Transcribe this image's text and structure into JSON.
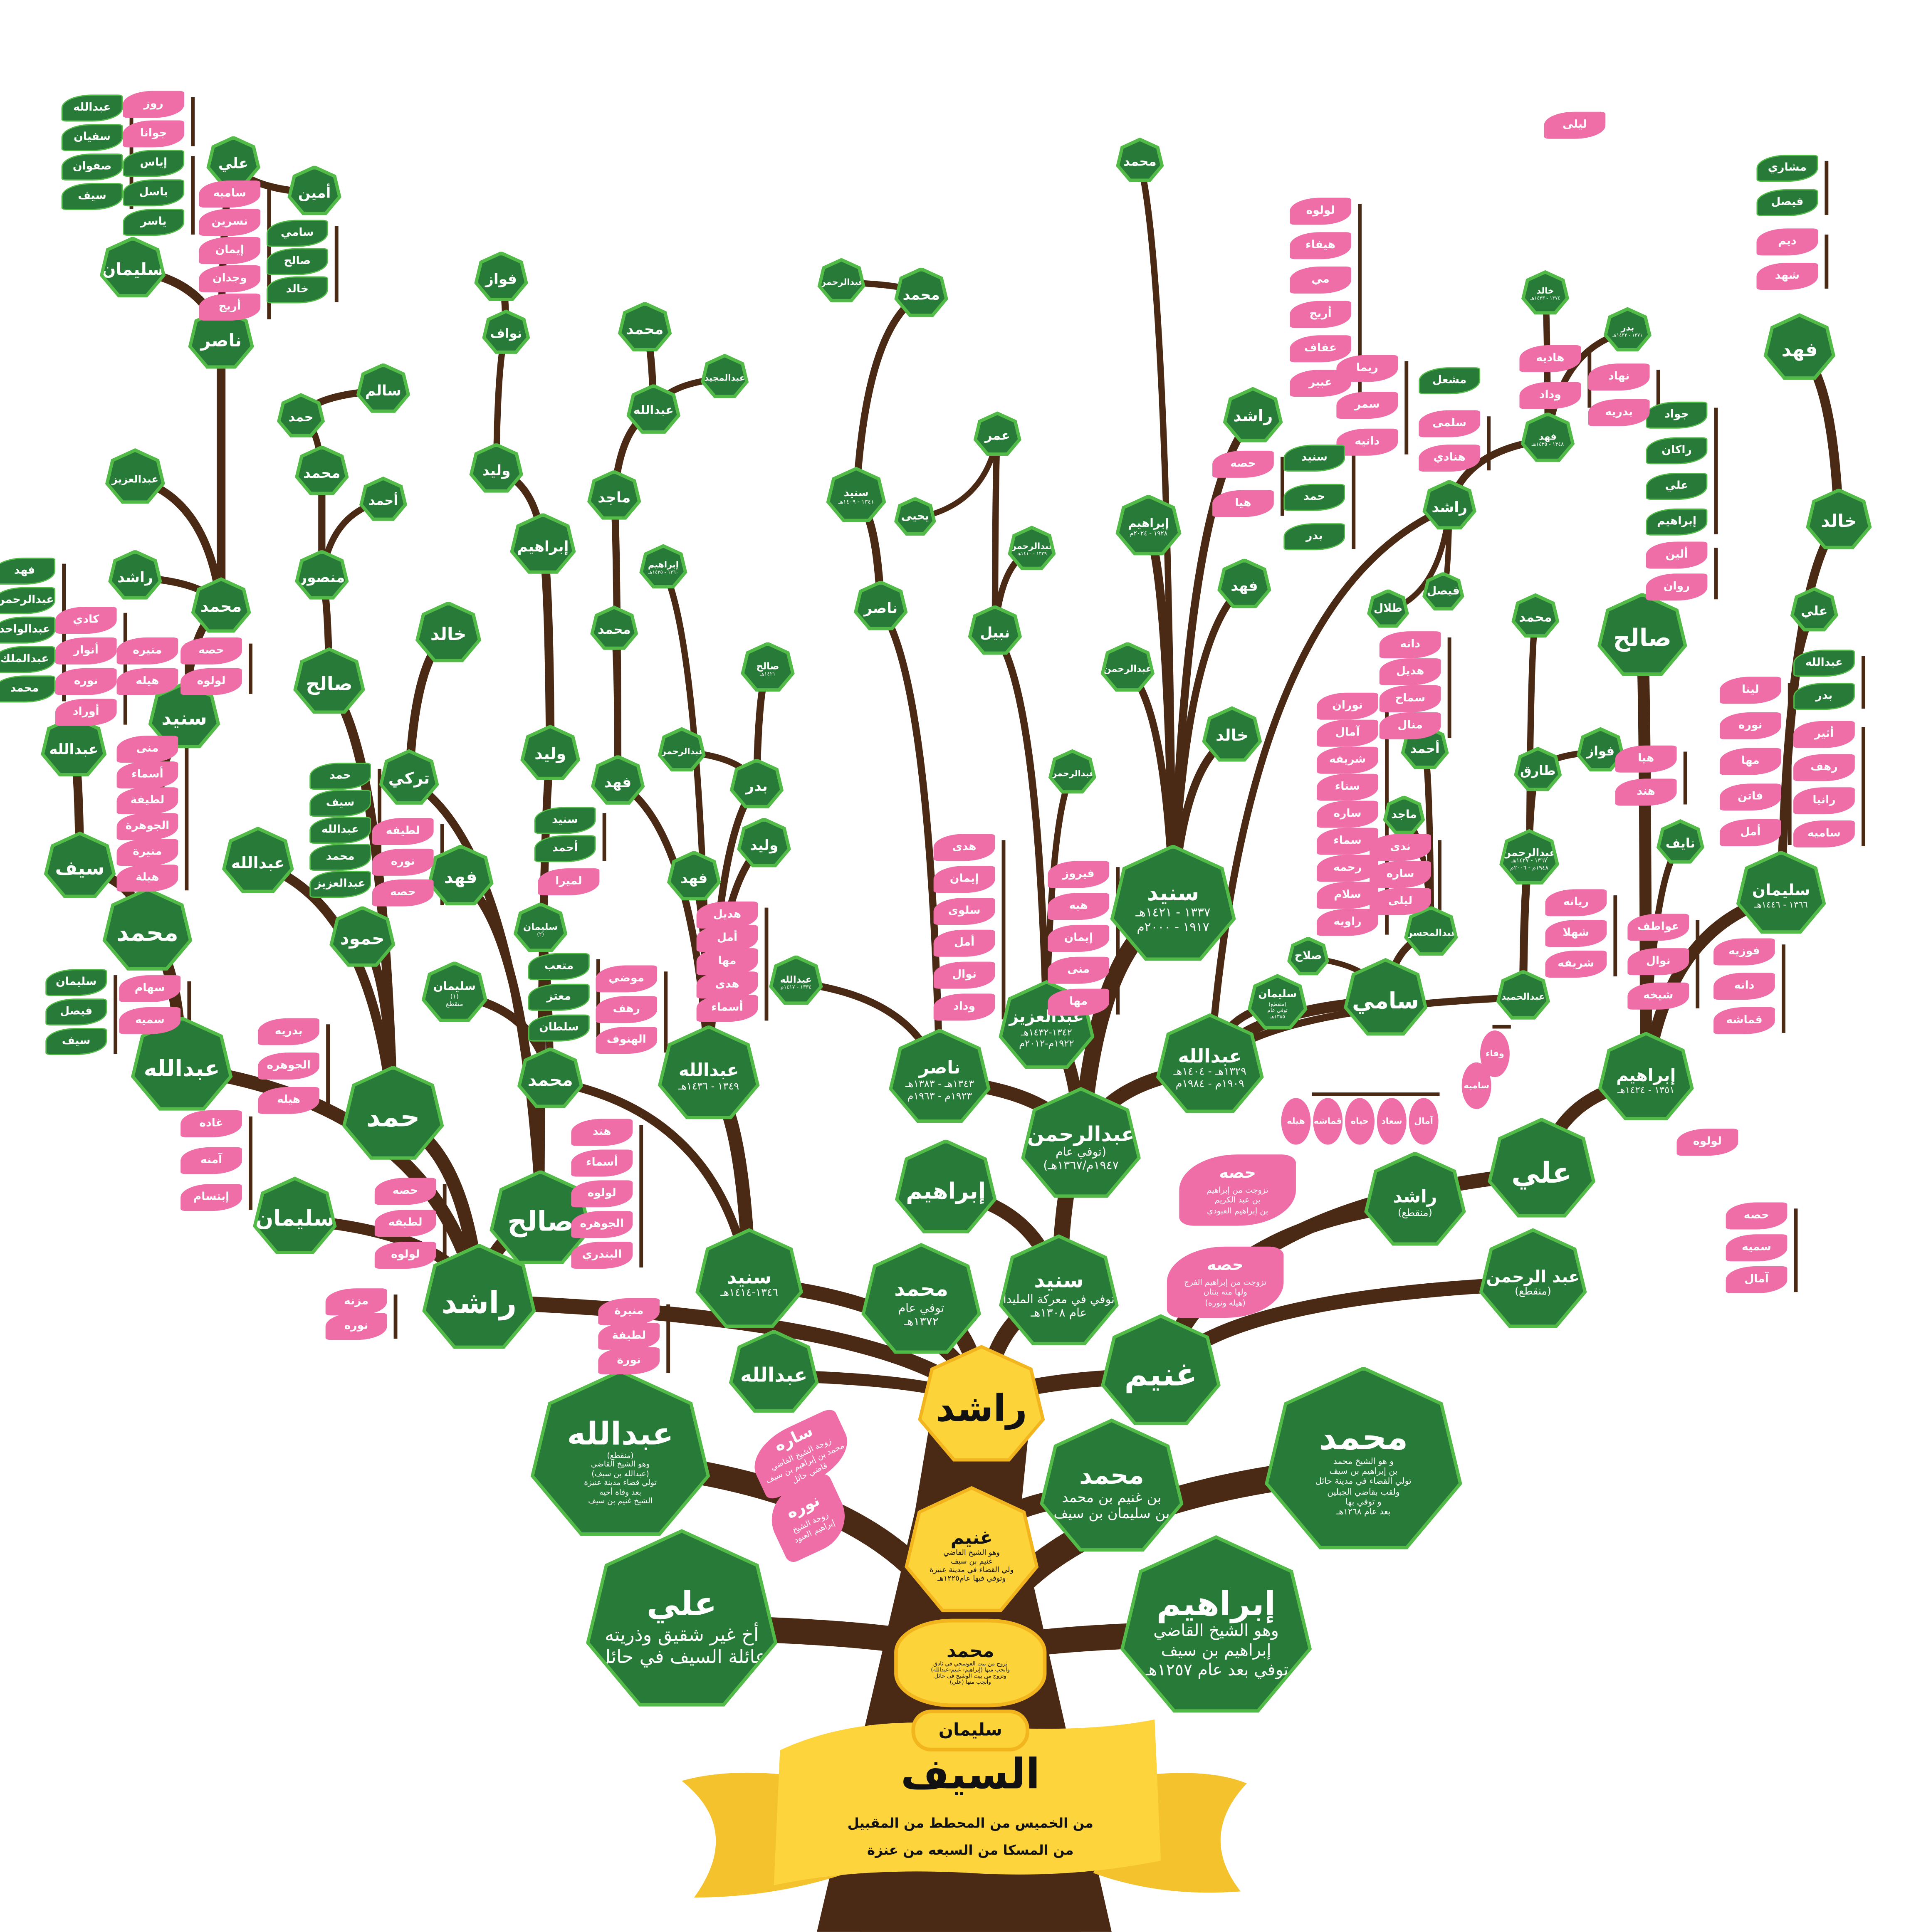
{
  "theme": {
    "green": "#277a38",
    "green_border": "#52bb47",
    "pink": "#f06ea7",
    "brown": "#4b2a15",
    "yellow": "#fcd43a"
  },
  "banner": {
    "family": "السيف",
    "line1": "من الخميس من المحطط من المقبيل",
    "line2": "من المسكا من السبعه من عنزة"
  },
  "base": {
    "sulaiman": {
      "name": "سليمان"
    },
    "mohammed": {
      "name": "محمد",
      "lines": [
        "تزوج من بيت العوسجي في ثادق",
        "وأنجب منها (إبراهيم- غنيم-عبدالله)",
        "وتزوج من بيت الوشيح في حائل",
        "وأنجب منها (علي)"
      ]
    },
    "ghunaim": {
      "name": "غنيم",
      "lines": [
        "وهو الشيخ القاضي",
        "غنيم بن سيف",
        "ولي القضاء في مدينة عنيزة",
        "وتوفي فيها عام١٢٢٥هـ"
      ]
    },
    "rashid": {
      "name": "راشد"
    }
  },
  "nodes": {
    "a1": {
      "name": "عبدالله",
      "lines": [
        "(منقطع)",
        "وهو الشيخ القاضي",
        "(عبدالله بن سيف)",
        "تولي قضاء مدينة عنيزة",
        "بعد وفاة أخيه",
        "الشيخ غنيم بن سيف"
      ]
    },
    "a2": {
      "name": "علي",
      "lines": [
        "أخ غير شقيق وذريته",
        "عائلة السيف في حائل"
      ]
    },
    "a3": {
      "name": "محمد",
      "lines": [
        "و هو الشيخ محمد",
        "بن إبراهيم بن سيف",
        "تولي القضاء في مدينة حائل",
        "ولقب بقاضي الجبلين",
        "و توفي بها",
        "بعد عام ١٢٦٨هـ"
      ]
    },
    "a4": {
      "name": "محمد",
      "lines": [
        "بن غنيم بن محمد",
        "بن سليمان بن سيف"
      ]
    },
    "a5": {
      "name": "إبراهيم",
      "lines": [
        "وهو الشيخ القاضي",
        "إبراهيم بن سيف",
        "توفي بعد عام ١٢٥٧هـ"
      ]
    },
    "b1": {
      "name": "عبدالله"
    },
    "b2": {
      "name": "غنيم"
    },
    "b3": {
      "name": "راشد"
    },
    "b4": {
      "name": "صالح"
    },
    "b5": {
      "name": "سليمان"
    },
    "b6": {
      "name": "حمد"
    },
    "b7": {
      "name": "عبدالله"
    },
    "b8": {
      "name": "محمد"
    },
    "b9": {
      "name": "سيف"
    },
    "b10": {
      "name": "عبدالله"
    },
    "b11": {
      "name": "سنيد"
    },
    "b12": {
      "name": "محمد"
    },
    "b13": {
      "name": "ناصر"
    },
    "b14": {
      "name": "سليمان"
    },
    "b15": {
      "name": "علي"
    },
    "b16": {
      "name": "أمين"
    },
    "b17": {
      "name": "عبدالعزيز"
    },
    "b18": {
      "name": "راشد"
    },
    "b19": {
      "name": "عبدالله"
    },
    "b20": {
      "name": "صالح"
    },
    "b21": {
      "name": "حمود"
    },
    "b22": {
      "name": "منصور"
    },
    "b23": {
      "name": "محمد"
    },
    "b24": {
      "name": "حمد"
    },
    "b25": {
      "name": "سالم"
    },
    "b26": {
      "name": "أحمد"
    },
    "b27": {
      "name": "تركي"
    },
    "b28": {
      "name": "فهد"
    },
    "b29": {
      "name": "خالد"
    },
    "b30": {
      "name": "وليد"
    },
    "b31": {
      "name": "إبراهيم"
    },
    "b32": {
      "name": "وليد"
    },
    "b33": {
      "name": "نواف"
    },
    "b34": {
      "name": "فواز"
    },
    "b35": {
      "name": "محمد"
    },
    "b36": {
      "name": "سليمان",
      "lines": [
        "(٢)"
      ]
    },
    "b37": {
      "name": "سليمان",
      "lines": [
        "(١)",
        "منقطع"
      ]
    },
    "c1": {
      "name": "سنيد",
      "lines": [
        "١٣٤٦-١٤١٤هـ"
      ]
    },
    "c2": {
      "name": "محمد",
      "lines": [
        "توفي عام",
        "١٣٧٢هـ"
      ]
    },
    "c3": {
      "name": "سنيد",
      "lines": [
        "توفي في معركة المليدا",
        "عام ١٣٠٨هـ"
      ]
    },
    "c4": {
      "name": "إبراهيم"
    },
    "c5": {
      "name": "عبدالرحمن",
      "lines": [
        "(توفي عام",
        "١٩٤٧م/١٣٦٧هـ)"
      ]
    },
    "c6": {
      "name": "ناصر",
      "lines": [
        "١٣٤٣هـ - ١٣٨٣هـ",
        "١٩٢٣م - ١٩٦٣م"
      ]
    },
    "c7": {
      "name": "عبدالعزيز",
      "lines": [
        "١٣٤٢-١٤٣٢هـ",
        "١٩٢٢م-٢٠١٢م"
      ]
    },
    "c8": {
      "name": "عبدالله",
      "lines": [
        "١٣٤٩ - ١٤٣٦هـ"
      ]
    },
    "c9": {
      "name": "عبدالله",
      "lines": [
        "١٣٢٩هـ - ١٤٠٤هـ",
        "١٩٠٩م - ١٩٨٤م"
      ]
    },
    "c10": {
      "name": "سنيد",
      "lines": [
        "١٣٣٧ - ١٤٢١هـ",
        "١٩١٧ - ٢٠٠٠م"
      ]
    },
    "c11": {
      "name": "سامي"
    },
    "c12": {
      "name": "سليمان",
      "lines": [
        "(منقطع)",
        "توفي عام",
        "١٣٨٥هـ"
      ]
    },
    "c13": {
      "name": "عبدالحميد"
    },
    "c14": {
      "name": "عبدالمحسن"
    },
    "c15": {
      "name": "صلاح"
    },
    "c16": {
      "name": "عبدالرحمن",
      "lines": [
        "١٣٦٧ - ١٤٢٧هـ",
        "١٩٤٨م - ٢٠٠٦م"
      ]
    },
    "c17": {
      "name": "طارق"
    },
    "c18": {
      "name": "فواز"
    },
    "c19": {
      "name": "نايف"
    },
    "c20": {
      "name": "محمد"
    },
    "c21": {
      "name": "راشد"
    },
    "c22": {
      "name": "فهد",
      "lines": [
        "١٣٤٨ - ١٤٣٥هـ"
      ]
    },
    "c23": {
      "name": "خالد",
      "lines": [
        "١٣٧٤ - ١٤٢٣هـ"
      ]
    },
    "c24": {
      "name": "بدر",
      "lines": [
        "١٣٧١ - ١٤٣٢هـ"
      ]
    },
    "c25": {
      "name": "أحمد"
    },
    "c26": {
      "name": "ماجد"
    },
    "c27": {
      "name": "طلال"
    },
    "c28": {
      "name": "فيصل"
    },
    "d1": {
      "name": "راشد",
      "lines": [
        "(منقطع)"
      ]
    },
    "d2": {
      "name": "علي"
    },
    "d3": {
      "name": "إبراهيم",
      "lines": [
        "١٣٥١ - ١٤٢٤هـ"
      ]
    },
    "d4": {
      "name": "سليمان",
      "lines": [
        "١٣٦٦ - ١٤٤٦هـ"
      ]
    },
    "d5": {
      "name": "صالح"
    },
    "d6": {
      "name": "خالد"
    },
    "d7": {
      "name": "فهد"
    },
    "d8": {
      "name": "علي"
    },
    "d9": {
      "name": "عبد الرحمن",
      "lines": [
        "(منقطع)"
      ]
    },
    "e1": {
      "name": "خالد"
    },
    "e2": {
      "name": "فهد"
    },
    "e3": {
      "name": "راشد"
    },
    "e4": {
      "name": "محمد"
    },
    "e5": {
      "name": "إبراهيم",
      "lines": [
        "١٩٢٨ - ٢٠٢٤م"
      ]
    },
    "e6": {
      "name": "عبدالرحمن"
    },
    "e7": {
      "name": "عبدالرحمن"
    },
    "e8": {
      "name": "نبيل"
    },
    "e9": {
      "name": "ناصر"
    },
    "e10": {
      "name": "سنيد",
      "lines": [
        "١٣٤١ - ١٤٠٩هـ"
      ]
    },
    "e11": {
      "name": "محمد"
    },
    "e12": {
      "name": "عبدالرحمن"
    },
    "e13": {
      "name": "إبراهيم",
      "lines": [
        "١٣٦٠ - ١٤٢٥هـ"
      ]
    },
    "e14": {
      "name": "بدر"
    },
    "e15": {
      "name": "وليد"
    },
    "e16": {
      "name": "فهد"
    },
    "e17": {
      "name": "فهد"
    },
    "e18": {
      "name": "عبدالرحمن"
    },
    "e19": {
      "name": "صالح",
      "lines": [
        "١٤٢١هـ"
      ]
    },
    "e20": {
      "name": "عبدالله",
      "lines": [
        "١٣٣٤ - ١٤١٧م"
      ]
    },
    "e21": {
      "name": "ماجد"
    },
    "e22": {
      "name": "عبدالله"
    },
    "e23": {
      "name": "محمد"
    },
    "e24": {
      "name": "عبدالمجيد"
    },
    "e25": {
      "name": "عمر"
    },
    "e26": {
      "name": "يحيى"
    },
    "e27": {
      "name": "عبدالرحمن",
      "lines": [
        "١٣٣٩ - ١٤١٠هـ"
      ]
    },
    "e28": {
      "name": "محمد"
    }
  },
  "leaf_groups": [
    {
      "color": "pink",
      "names": [
        "هدى",
        "إيمان",
        "سلوى",
        "أمل",
        "نوال",
        "وداد"
      ]
    },
    {
      "color": "pink",
      "names": [
        "فيروز",
        "هبه",
        "إيمان",
        "منى",
        "مها"
      ]
    },
    {
      "color": "pink",
      "names": [
        "هيله",
        "قماشه",
        "حياه",
        "سعاد",
        "آمال"
      ]
    },
    {
      "color": "pink",
      "names": [
        "عواطف",
        "نوال",
        "شيخه"
      ]
    },
    {
      "color": "pink",
      "names": [
        "فوزيه",
        "دانه",
        "قماشه"
      ]
    },
    {
      "color": "pink",
      "names": [
        "لولوه"
      ]
    },
    {
      "color": "pink",
      "names": [
        "لينا",
        "نوره",
        "مها",
        "فاتن",
        "أمل"
      ]
    },
    {
      "color": "green",
      "names": [
        "عبدالله",
        "بدر"
      ]
    },
    {
      "color": "pink",
      "names": [
        "أثير",
        "رهف",
        "رانيا",
        "ساميه"
      ]
    },
    {
      "color": "pink",
      "names": [
        "غاده",
        "آمنه",
        "إبتسام"
      ]
    },
    {
      "color": "pink",
      "names": [
        "حصه",
        "لطيفه",
        "لولوه"
      ]
    },
    {
      "color": "pink",
      "names": [
        "مزنه",
        "نوره"
      ]
    },
    {
      "color": "green",
      "names": [
        "سليمان",
        "فيصل",
        "سيف"
      ]
    },
    {
      "color": "pink",
      "names": [
        "سهام",
        "سميه"
      ]
    },
    {
      "color": "pink",
      "names": [
        "بدريه",
        "الجوهره",
        "هيله"
      ]
    },
    {
      "color": "pink",
      "names": [
        "هند",
        "أسماء",
        "لولوه",
        "الجوهره",
        "البندري"
      ]
    },
    {
      "color": "pink",
      "names": [
        "منيرة",
        "لطيفة",
        "نورة"
      ]
    },
    {
      "color": "green",
      "names": [
        "جواد",
        "راكان",
        "علي",
        "إبراهيم"
      ]
    },
    {
      "color": "pink",
      "names": [
        "ألين",
        "روان"
      ]
    },
    {
      "color": "green",
      "names": [
        "مشاري",
        "فيصل"
      ]
    },
    {
      "color": "pink",
      "names": [
        "ديم",
        "شهد"
      ]
    },
    {
      "color": "pink",
      "names": [
        "روز",
        "جوانا"
      ]
    },
    {
      "color": "green",
      "names": [
        "عبدالله",
        "سفيان",
        "صفوان",
        "سيف"
      ]
    },
    {
      "color": "green",
      "names": [
        "إياس",
        "باسل",
        "ياسر"
      ]
    },
    {
      "color": "pink",
      "names": [
        "ساميه",
        "نسرين",
        "إيمان",
        "وجدان",
        "أريج"
      ]
    },
    {
      "color": "green",
      "names": [
        "سامي",
        "صالح",
        "خالد"
      ]
    },
    {
      "color": "pink",
      "names": [
        "لولوه",
        "هيفاء",
        "مي",
        "أريج",
        "عفاف",
        "عبير"
      ]
    },
    {
      "color": "pink",
      "names": [
        "ريما",
        "سمر",
        "دانيه"
      ]
    },
    {
      "color": "green",
      "names": [
        "مشعل"
      ]
    },
    {
      "color": "pink",
      "names": [
        "سلمى",
        "هنادي"
      ]
    },
    {
      "color": "pink",
      "names": [
        "حصه",
        "هيا"
      ]
    },
    {
      "color": "green",
      "names": [
        "سنيد",
        "حمد",
        "بدر"
      ]
    },
    {
      "color": "pink",
      "names": [
        "هاديه",
        "وداد"
      ]
    },
    {
      "color": "pink",
      "names": [
        "نهاد",
        "بدريه"
      ]
    },
    {
      "color": "pink",
      "names": [
        "كادي",
        "أنوار",
        "نوره",
        "أوراد"
      ]
    },
    {
      "color": "green",
      "names": [
        "فهد",
        "عبدالرحمن",
        "عبدالواحد",
        "عبدالملك",
        "محمد"
      ]
    },
    {
      "color": "pink",
      "names": [
        "منيره",
        "هيله"
      ]
    },
    {
      "color": "pink",
      "names": [
        "حصه",
        "لولوه"
      ]
    },
    {
      "color": "pink",
      "names": [
        "منى",
        "أسماء",
        "لطيفة",
        "الجوهرة",
        "منيرة",
        "هيلة"
      ]
    },
    {
      "color": "green",
      "names": [
        "حمد",
        "سيف",
        "عبدالله",
        "محمد",
        "عبدالعزيز"
      ]
    },
    {
      "color": "pink",
      "names": [
        "لطيفه",
        "نوره",
        "حصه"
      ]
    },
    {
      "color": "green",
      "names": [
        "سنيد",
        "أحمد"
      ]
    },
    {
      "color": "pink",
      "names": [
        "لميرا"
      ]
    },
    {
      "color": "green",
      "names": [
        "متعب",
        "معتز",
        "سلطان"
      ]
    },
    {
      "color": "pink",
      "names": [
        "موضي",
        "رهف",
        "الهنوف"
      ]
    },
    {
      "color": "pink",
      "names": [
        "هديل",
        "أمل",
        "مها",
        "هدى",
        "أسماء"
      ]
    },
    {
      "color": "pink",
      "names": [
        "نوران",
        "آمال",
        "شريفه",
        "سناء",
        "ساره",
        "سماء",
        "رحمه",
        "سلام",
        "راويه"
      ]
    },
    {
      "color": "pink",
      "names": [
        "ندى",
        "ساره",
        "ليلى"
      ]
    },
    {
      "color": "pink",
      "names": [
        "دانه",
        "هديل",
        "سماح",
        "منال"
      ]
    },
    {
      "color": "pink",
      "names": [
        "ريانه",
        "شهلا",
        "شريفه"
      ]
    },
    {
      "color": "pink",
      "names": [
        "هيا",
        "هند"
      ]
    },
    {
      "color": "pink",
      "names": [
        "ليلى"
      ]
    },
    {
      "color": "pink",
      "names": [
        "وفاء",
        "ساميه"
      ]
    },
    {
      "color": "pink",
      "names": [
        "حصه",
        "سميه",
        "آمال"
      ]
    }
  ],
  "notes": [
    {
      "title": "حصه",
      "lines": [
        "تزوجت من إبراهيم",
        "بن عبد الكريم",
        "بن إبراهيم العبودي"
      ]
    },
    {
      "title": "حصه",
      "lines": [
        "تزوجت من إبراهيم الفرج",
        "ولها منه بنتان",
        "(هيله ونوره)"
      ]
    },
    {
      "title": "ساره",
      "lines": [
        "زوجة الشيخ القاضي",
        "محمد بن إبراهيم بن سيف",
        "قاضي حائل"
      ]
    },
    {
      "title": "نوره",
      "lines": [
        "زوجة الشيخ",
        "إبراهيم العبود"
      ]
    }
  ]
}
